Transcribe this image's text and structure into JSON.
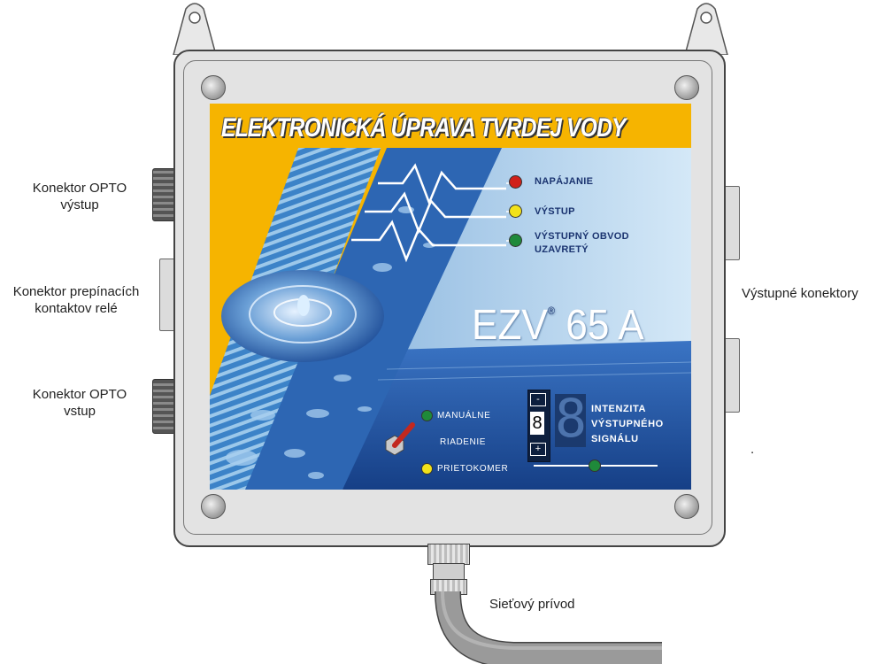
{
  "device": {
    "banner_title": "ELEKTRONICKÁ ÚPRAVA TVRDEJ VODY",
    "model": "EZV",
    "model_mark": "®",
    "model_suffix": "65 A"
  },
  "indicators": [
    {
      "label": "NAPÁJANIE",
      "color": "#d0201a"
    },
    {
      "label": "VÝSTUP",
      "color": "#f2e21a"
    },
    {
      "label_line1": "VÝSTUPNÝ OBVOD",
      "label_line2": "UZAVRETÝ",
      "color": "#1f8a3a"
    }
  ],
  "mode_switch": {
    "manual": "MANUÁLNE",
    "control": "RIADENIE",
    "flowmeter": "PRIETOKOMER",
    "manual_led_color": "#1f8a3a",
    "flowmeter_led_color": "#f2e21a"
  },
  "intensity": {
    "minus": "-",
    "plus": "+",
    "value": "8",
    "display_digit": "8",
    "label_line1": "INTENZITA",
    "label_line2": "VÝSTUPNÉHO",
    "label_line3": "SIGNÁLU"
  },
  "side_labels": {
    "opto_out_line1": "Konektor OPTO",
    "opto_out_line2": "výstup",
    "relay_line1": "Konektor prepínacích",
    "relay_line2": "kontaktov relé",
    "opto_in_line1": "Konektor OPTO",
    "opto_in_line2": "vstup",
    "output_connectors": "Výstupné konektory",
    "power_cable": "Sieťový prívod",
    "stray_dot": "."
  },
  "colors": {
    "banner_yellow": "#f6b400",
    "panel_blue": "#1e4f9a",
    "panel_light": "#b9d6ee",
    "housing": "#e3e3e3"
  }
}
